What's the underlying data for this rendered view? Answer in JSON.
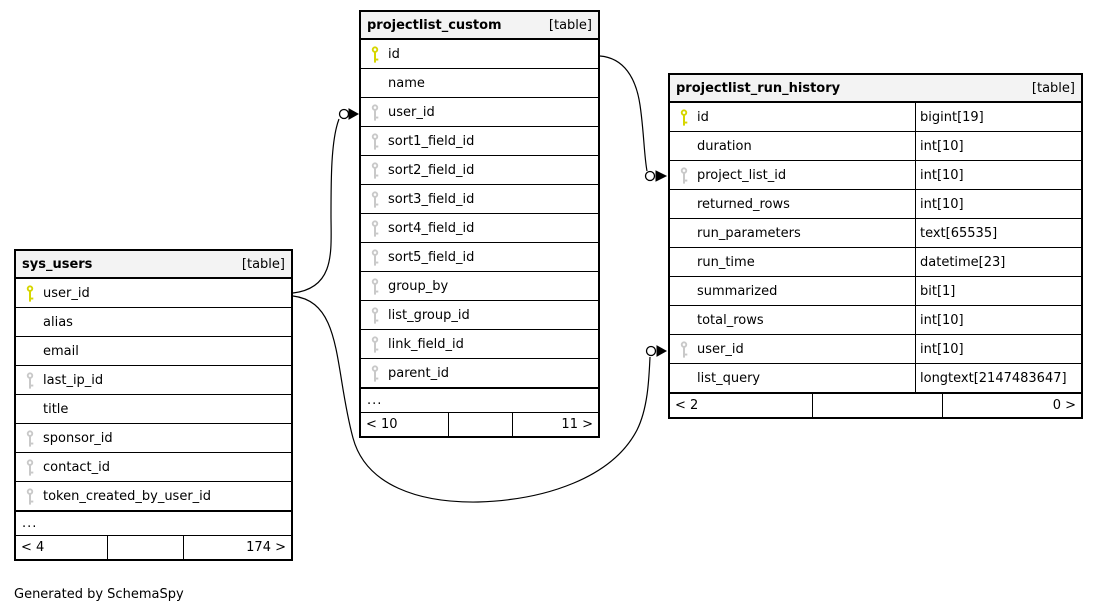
{
  "footer_note": "Generated by SchemaSpy",
  "key_colors": {
    "primary_key": "#d6d600",
    "foreign_key": "#c9c9c9"
  },
  "tables": [
    {
      "name": "sys_users",
      "badge": "[table]",
      "has_types": false,
      "columns": [
        {
          "name": "user_id",
          "key": "pk"
        },
        {
          "name": "alias",
          "key": ""
        },
        {
          "name": "email",
          "key": ""
        },
        {
          "name": "last_ip_id",
          "key": "fk"
        },
        {
          "name": "title",
          "key": ""
        },
        {
          "name": "sponsor_id",
          "key": "fk"
        },
        {
          "name": "contact_id",
          "key": "fk"
        },
        {
          "name": "token_created_by_user_id",
          "key": "fk"
        }
      ],
      "ellipsis": "...",
      "footer": {
        "left": "< 4",
        "middle": "",
        "right": "174 >"
      }
    },
    {
      "name": "projectlist_custom",
      "badge": "[table]",
      "has_types": false,
      "columns": [
        {
          "name": "id",
          "key": "pk"
        },
        {
          "name": "name",
          "key": ""
        },
        {
          "name": "user_id",
          "key": "fk"
        },
        {
          "name": "sort1_field_id",
          "key": "fk"
        },
        {
          "name": "sort2_field_id",
          "key": "fk"
        },
        {
          "name": "sort3_field_id",
          "key": "fk"
        },
        {
          "name": "sort4_field_id",
          "key": "fk"
        },
        {
          "name": "sort5_field_id",
          "key": "fk"
        },
        {
          "name": "group_by",
          "key": "fk"
        },
        {
          "name": "list_group_id",
          "key": "fk"
        },
        {
          "name": "link_field_id",
          "key": "fk"
        },
        {
          "name": "parent_id",
          "key": "fk"
        }
      ],
      "ellipsis": "...",
      "footer": {
        "left": "< 10",
        "middle": "",
        "right": "11 >"
      }
    },
    {
      "name": "projectlist_run_history",
      "badge": "[table]",
      "has_types": true,
      "columns": [
        {
          "name": "id",
          "type": "bigint[19]",
          "key": "pk"
        },
        {
          "name": "duration",
          "type": "int[10]",
          "key": ""
        },
        {
          "name": "project_list_id",
          "type": "int[10]",
          "key": "fk"
        },
        {
          "name": "returned_rows",
          "type": "int[10]",
          "key": ""
        },
        {
          "name": "run_parameters",
          "type": "text[65535]",
          "key": ""
        },
        {
          "name": "run_time",
          "type": "datetime[23]",
          "key": ""
        },
        {
          "name": "summarized",
          "type": "bit[1]",
          "key": ""
        },
        {
          "name": "total_rows",
          "type": "int[10]",
          "key": ""
        },
        {
          "name": "user_id",
          "type": "int[10]",
          "key": "fk"
        },
        {
          "name": "list_query",
          "type": "longtext[2147483647]",
          "key": ""
        }
      ],
      "ellipsis": null,
      "footer": {
        "left": "< 2",
        "middle": "",
        "right": "0 >"
      }
    }
  ],
  "relationships": [
    {
      "parent": "sys_users.user_id",
      "child": "projectlist_custom.user_id"
    },
    {
      "parent": "sys_users.user_id",
      "child": "projectlist_run_history.user_id"
    },
    {
      "parent": "projectlist_custom.id",
      "child": "projectlist_run_history.project_list_id"
    }
  ]
}
